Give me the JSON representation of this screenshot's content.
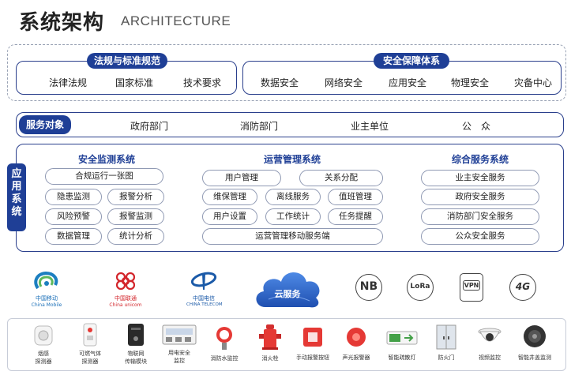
{
  "header": {
    "title_cn": "系统架构",
    "title_en": "ARCHITECTURE"
  },
  "regulations": {
    "tag": "法规与标准规范",
    "items": [
      "法律法规",
      "国家标准",
      "技术要求"
    ]
  },
  "security": {
    "tag": "安全保障体系",
    "items": [
      "数据安全",
      "网络安全",
      "应用安全",
      "物理安全",
      "灾备中心"
    ]
  },
  "service_targets": {
    "tag": "服务对象",
    "items": [
      "政府部门",
      "消防部门",
      "业主单位",
      "公　众"
    ]
  },
  "application": {
    "tag_chars": [
      "应",
      "用",
      "系",
      "统"
    ],
    "safety": {
      "title": "安全监测系统",
      "row1": "合规运行一张图",
      "pills": [
        "隐患监测",
        "报警分析",
        "风险预警",
        "报警监测",
        "数据管理",
        "统计分析"
      ]
    },
    "operations": {
      "title": "运营管理系统",
      "pills": [
        "用户管理",
        "关系分配",
        "维保管理",
        "离线服务",
        "值班管理",
        "用户设置",
        "工作统计",
        "任务提醒"
      ],
      "wide": "运营管理移动服务端"
    },
    "integrated": {
      "title": "综合服务系统",
      "pills": [
        "业主安全服务",
        "政府安全服务",
        "消防部门安全服务",
        "公众安全服务"
      ]
    }
  },
  "network": {
    "china_mobile": {
      "cn": "中国移动",
      "en": "China Mobile"
    },
    "china_unicom": {
      "cn": "中国联通",
      "en": "China unicom"
    },
    "china_telecom": {
      "cn": "中国电信",
      "en": "CHINA TELECOM"
    },
    "cloud_label": "云服务",
    "nb": "NB",
    "lora": "LoRa",
    "vpn": "VPN",
    "fourg": "4G"
  },
  "devices": [
    "烟感探测器",
    "可燃气体探测器",
    "物联网传输模块",
    "用电安全监控",
    "消防水监控",
    "消火栓",
    "手动报警按钮",
    "声光报警器",
    "智能疏散灯",
    "防火门",
    "视频监控",
    "智能井盖监测"
  ],
  "devices_display": [
    "烟感\n探测器",
    "可燃气体\n探测器",
    "物联网\n传输模块",
    "用电安全\n监控",
    "消防水监控",
    "消火栓",
    "手动报警按钮",
    "声光报警器",
    "智能疏散灯",
    "防火门",
    "视频监控",
    "智能井盖监测"
  ],
  "colors": {
    "primary": "#1f3f96",
    "cloud": "#2d5fc8",
    "green": "#43a047",
    "red": "#d32f2f"
  }
}
